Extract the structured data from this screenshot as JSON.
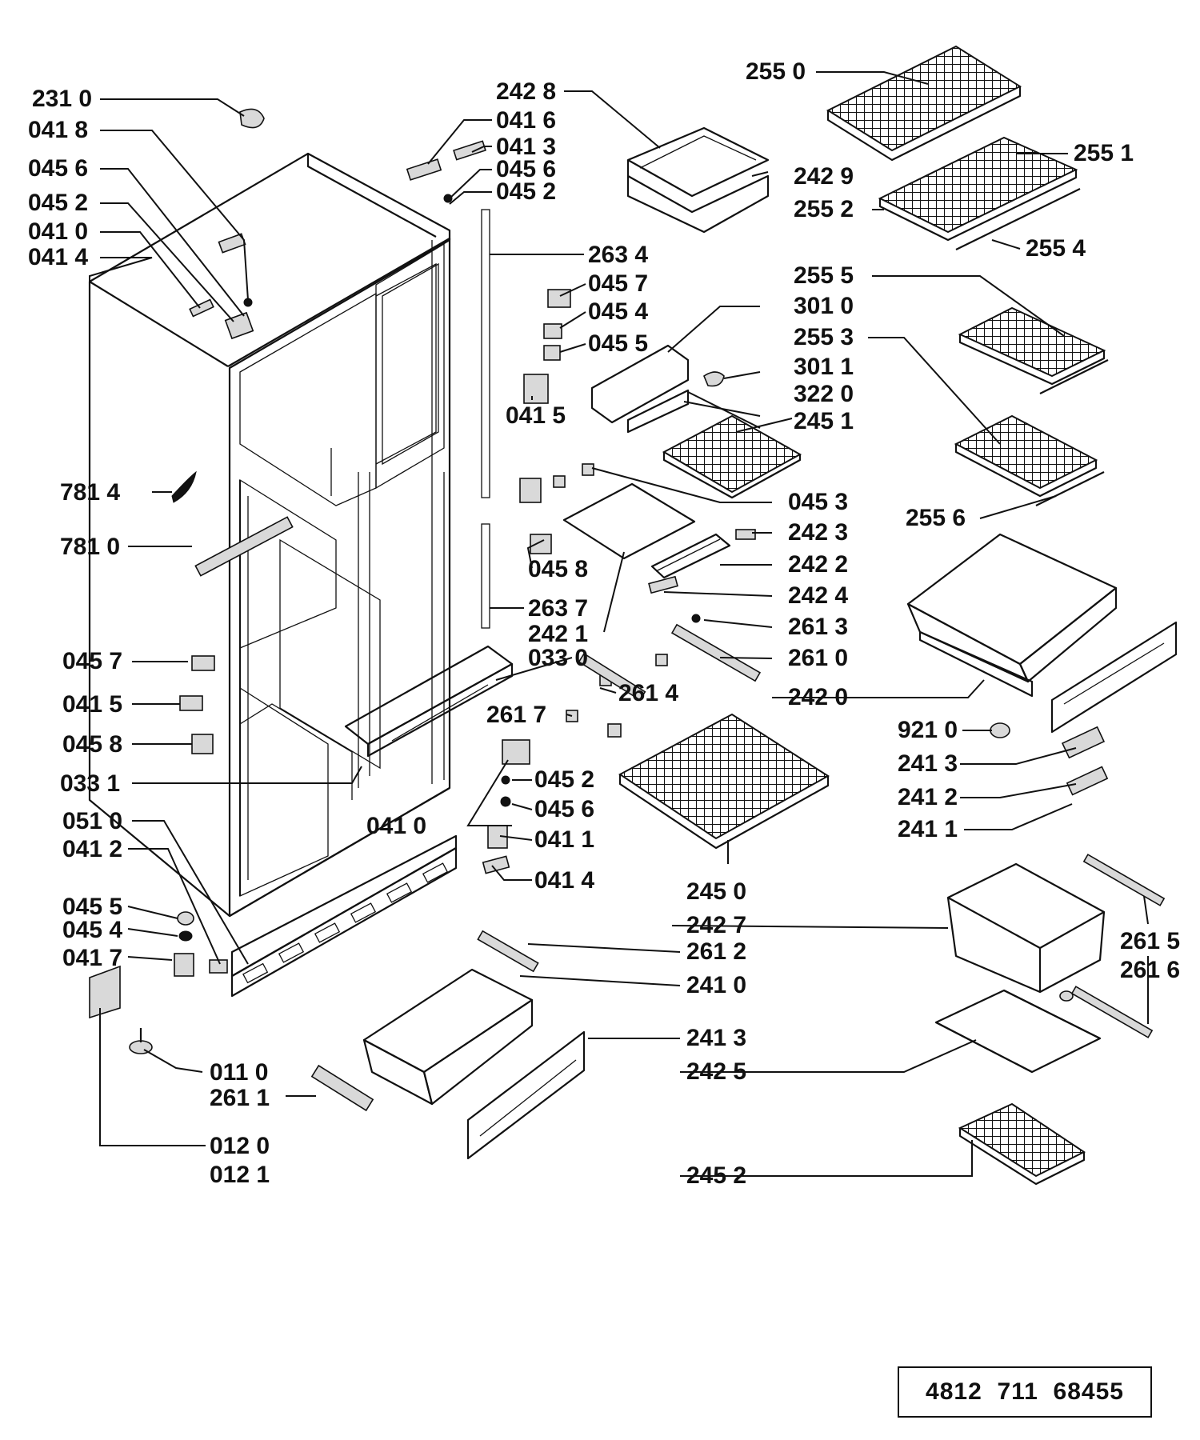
{
  "labels": {
    "l2310": "231 0",
    "l0418": "041 8",
    "l0456a": "045 6",
    "l0452a": "045 2",
    "l0410a": "041 0",
    "l0414a": "041 4",
    "l7814": "781 4",
    "l7810": "781 0",
    "l0457b": "045 7",
    "l0415b": "041 5",
    "l0458b": "045 8",
    "l0331": "033 1",
    "l0510": "051 0",
    "l0412": "041 2",
    "l0455b": "045 5",
    "l0454b": "045 4",
    "l0417": "041 7",
    "l0110": "011 0",
    "l2611": "261 1",
    "l0120": "012 0",
    "l0121": "012 1",
    "l2428": "242 8",
    "l0416": "041 6",
    "l0413": "041 3",
    "l0456b": "045 6",
    "l0452b": "045 2",
    "l2634": "263 4",
    "l0457a": "045 7",
    "l0454a": "045 4",
    "l0455a": "045 5",
    "l0415a": "041 5",
    "l0458a": "045 8",
    "l2637": "263 7",
    "l2421": "242 1",
    "l0330": "033 0",
    "l2617": "261 7",
    "l2614": "261 4",
    "l0452c": "045 2",
    "l0456c": "045 6",
    "l0410b": "041 0",
    "l0411": "041 1",
    "l0414b": "041 4",
    "l2450": "245 0",
    "l2427": "242 7",
    "l2612": "261 2",
    "l2410": "241 0",
    "l2413b": "241 3",
    "l2425": "242 5",
    "l2452": "245 2",
    "l2429": "242 9",
    "l2550": "255 0",
    "l2551": "255 1",
    "l2552": "255 2",
    "l2554": "255 4",
    "l2555": "255 5",
    "l3010": "301 0",
    "l2553": "255 3",
    "l3011": "301 1",
    "l3220": "322 0",
    "l2451": "245 1",
    "l0453": "045 3",
    "l2423": "242 3",
    "l2556": "255 6",
    "l2422": "242 2",
    "l2424": "242 4",
    "l2613": "261 3",
    "l2610": "261 0",
    "l2420": "242 0",
    "l9210": "921 0",
    "l2413a": "241 3",
    "l2412": "241 2",
    "l2411": "241 1",
    "l2615": "261 5",
    "l2616": "261 6"
  },
  "drawing_code": "4812  711  68455"
}
